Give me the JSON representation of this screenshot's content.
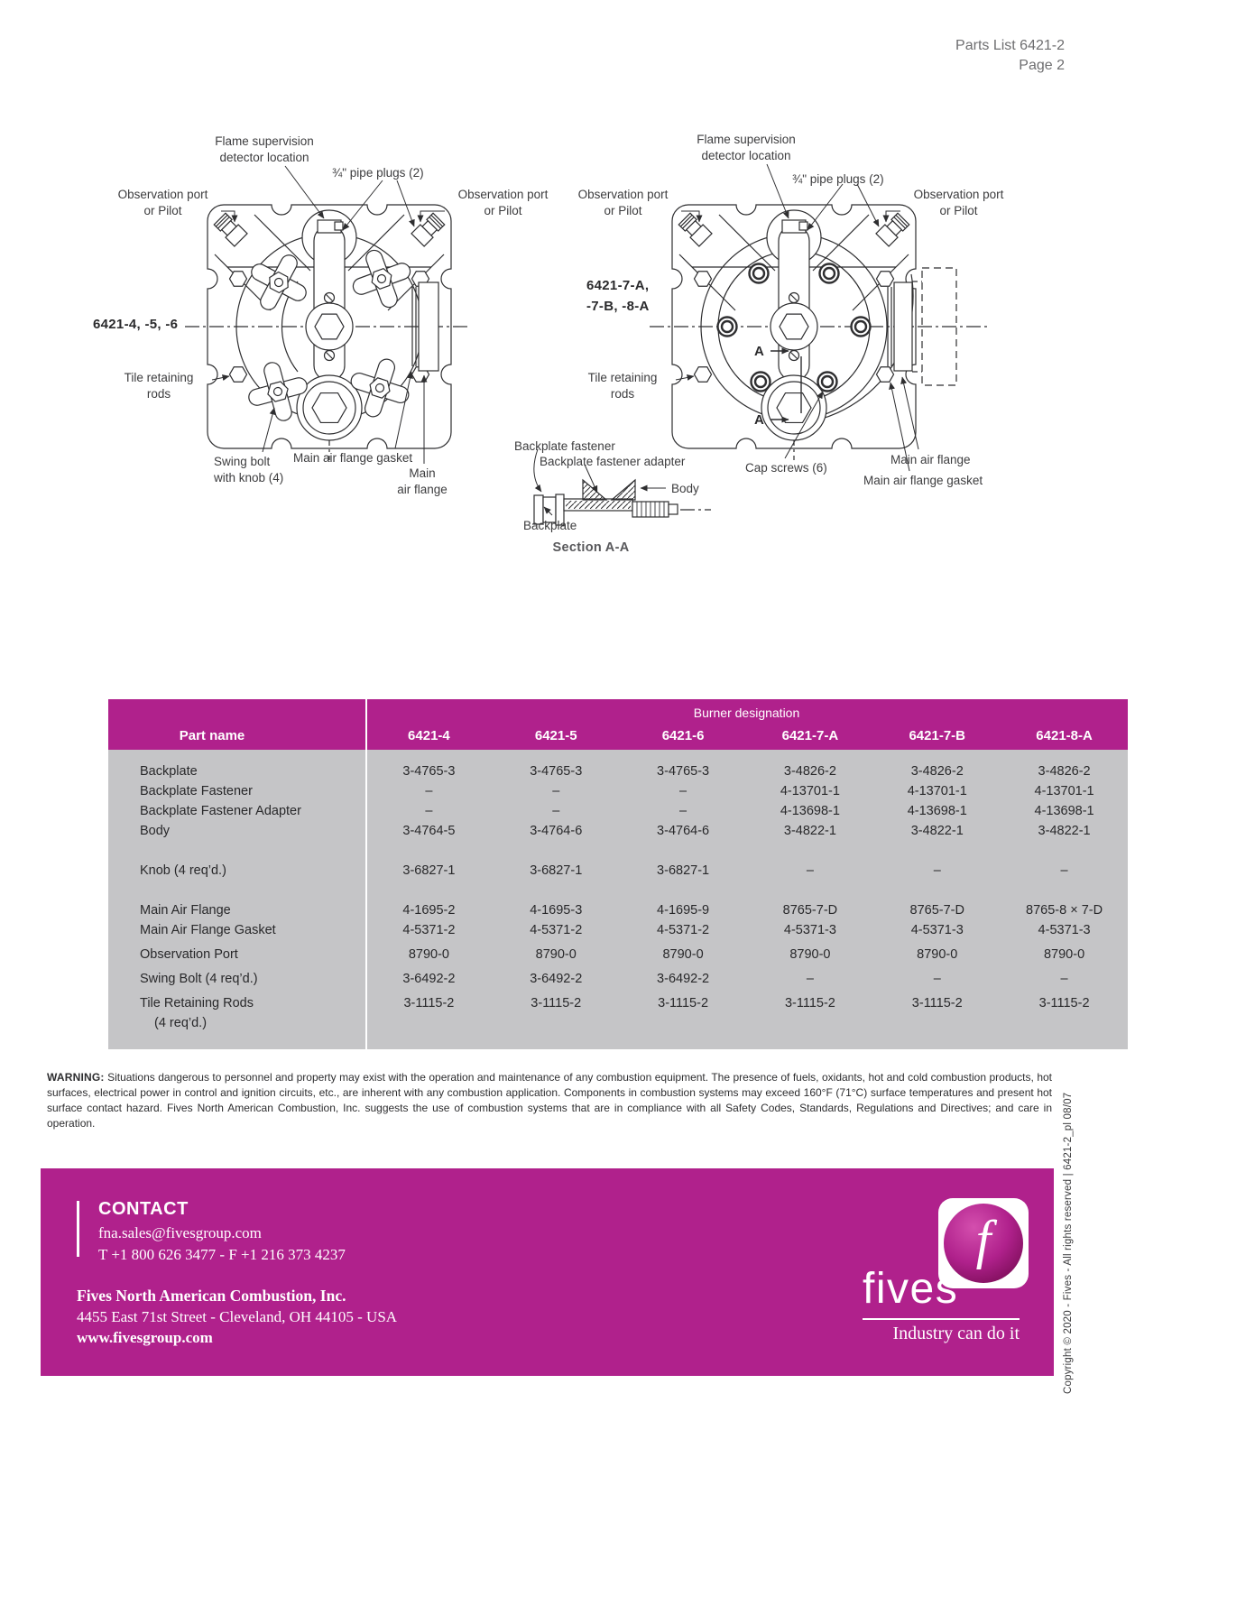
{
  "header": {
    "title": "Parts List 6421-2",
    "page": "Page 2"
  },
  "colors": {
    "magenta": "#b0218c",
    "table_gray": "#c5c5c7"
  },
  "diagrams": {
    "left": {
      "model": "6421-4, -5, -6",
      "flame": "Flame supervision\ndetector location",
      "pipe_plugs": "¾\" pipe plugs (2)",
      "obs_port_left": "Observation port\nor Pilot",
      "obs_port_right": "Observation port\nor Pilot",
      "tile_rods": "Tile retaining\nrods",
      "swing_bolt": "Swing bolt\nwith knob  (4)",
      "flange_gasket": "Main air flange gasket",
      "main_flange": "Main\nair flange"
    },
    "right": {
      "model": "6421-7-A,\n-7-B, -8-A",
      "flame": "Flame supervision\ndetector location",
      "pipe_plugs": "¾\" pipe plugs (2)",
      "obs_port_left": "Observation port\nor Pilot",
      "obs_port_right": "Observation port\nor Pilot",
      "tile_rods": "Tile retaining\nrods",
      "backplate_fastener": "Backplate fastener",
      "backplate_fastener_adapter": "Backplate fastener adapter",
      "body": "Body",
      "cap_screws": "Cap screws (6)",
      "main_air_flange": "Main air flange",
      "main_air_flange_gasket": "Main air flange gasket",
      "backplate": "Backplate",
      "section_label": "Section A-A",
      "section_marker": "A"
    }
  },
  "table": {
    "group_header": "Burner designation",
    "part_name_header": "Part name",
    "columns": [
      "6421-4",
      "6421-5",
      "6421-6",
      "6421-7-A",
      "6421-7-B",
      "6421-8-A"
    ],
    "rows": [
      {
        "name": "Backplate",
        "values": [
          "3-4765-3",
          "3-4765-3",
          "3-4765-3",
          "3-4826-2",
          "3-4826-2",
          "3-4826-2"
        ],
        "gap": ""
      },
      {
        "name": "Backplate Fastener",
        "values": [
          "–",
          "–",
          "–",
          "4-13701-1",
          "4-13701-1",
          "4-13701-1"
        ],
        "gap": ""
      },
      {
        "name": "Backplate Fastener Adapter",
        "values": [
          "–",
          "–",
          "–",
          "4-13698-1",
          "4-13698-1",
          "4-13698-1"
        ],
        "gap": ""
      },
      {
        "name": "Body",
        "values": [
          "3-4764-5",
          "3-4764-6",
          "3-4764-6",
          "3-4822-1",
          "3-4822-1",
          "3-4822-1"
        ],
        "gap": ""
      },
      {
        "name": "Knob (4 req’d.)",
        "values": [
          "3-6827-1",
          "3-6827-1",
          "3-6827-1",
          "–",
          "–",
          "–"
        ],
        "gap": "lg"
      },
      {
        "name": "Main Air Flange",
        "values": [
          "4-1695-2",
          "4-1695-3",
          "4-1695-9",
          "8765-7-D",
          "8765-7-D",
          "8765-8 × 7-D"
        ],
        "gap": "lg"
      },
      {
        "name": "Main Air Flange Gasket",
        "values": [
          "4-5371-2",
          "4-5371-2",
          "4-5371-2",
          "4-5371-3",
          "4-5371-3",
          "4-5371-3"
        ],
        "gap": ""
      },
      {
        "name": "Observation Port",
        "values": [
          "8790-0",
          "8790-0",
          "8790-0",
          "8790-0",
          "8790-0",
          "8790-0"
        ],
        "gap": "sm"
      },
      {
        "name": "Swing Bolt (4 req’d.)",
        "values": [
          "3-6492-2",
          "3-6492-2",
          "3-6492-2",
          "–",
          "–",
          "–"
        ],
        "gap": "sm"
      },
      {
        "name": "Tile Retaining Rods",
        "name2": "(4 req’d.)",
        "values": [
          "3-1115-2",
          "3-1115-2",
          "3-1115-2",
          "3-1115-2",
          "3-1115-2",
          "3-1115-2"
        ],
        "gap": "sm"
      }
    ]
  },
  "warning": {
    "label": "WARNING:",
    "text": " Situations dangerous to personnel and property may exist with the operation and maintenance of any combustion equipment. The presence of fuels, oxidants, hot and cold combustion products, hot surfaces, electrical power in control and ignition circuits, etc., are inherent with any combustion application. Components in combustion systems may exceed 160°F (71°C) surface temperatures and present hot surface contact hazard. Fives North American Combustion, Inc. suggests the use of combustion systems that are in compliance with all Safety Codes, Standards, Regulations and Directives; and care in operation."
  },
  "footer": {
    "contact_heading": "CONTACT",
    "email": "fna.sales@fivesgroup.com",
    "phone": "T +1 800 626 3477 - F +1 216 373 4237",
    "company": "Fives North American Combustion, Inc.",
    "address": "4455 East 71st Street - Cleveland, OH 44105 - USA",
    "website": "www.fivesgroup.com",
    "logo_f": "f",
    "logo_word": "fives",
    "tagline": "Industry can do it"
  },
  "side_note": "Copyright © 2020 - Fives - All rights reserved | 6421-2_pl 08/07"
}
